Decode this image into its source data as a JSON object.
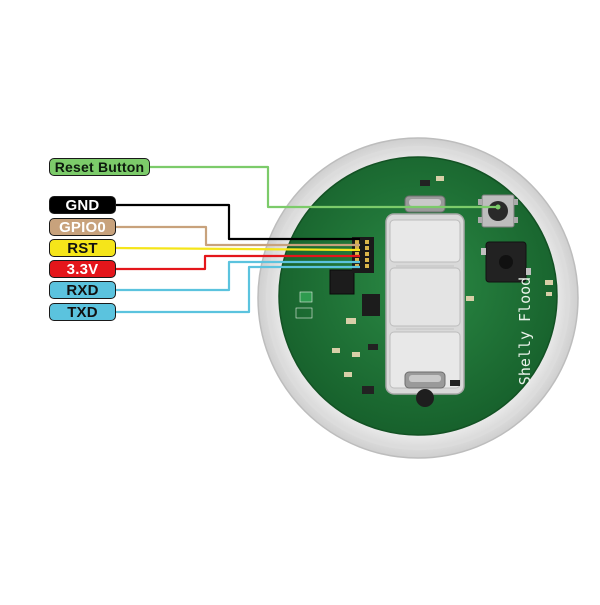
{
  "pin_labels": [
    {
      "id": "reset",
      "text": "Reset Button",
      "bg": "#7ccb6a",
      "fg": "#0d1a0d"
    },
    {
      "id": "gnd",
      "text": "GND",
      "bg": "#000000",
      "fg": "#ffffff"
    },
    {
      "id": "gpio0",
      "text": "GPIO0",
      "bg": "#c8a27c",
      "fg": "#ffffff"
    },
    {
      "id": "rst",
      "text": "RST",
      "bg": "#f5e51a",
      "fg": "#111111"
    },
    {
      "id": "v33",
      "text": "3.3V",
      "bg": "#e4161b",
      "fg": "#ffffff"
    },
    {
      "id": "rxd",
      "text": "RXD",
      "bg": "#5bc3de",
      "fg": "#111111"
    },
    {
      "id": "txd",
      "text": "TXD",
      "bg": "#5bc3de",
      "fg": "#111111"
    }
  ],
  "wire_colors": {
    "reset": "#7ccb6a",
    "gnd": "#000000",
    "gpio0": "#c8a27c",
    "rst": "#f5e51a",
    "v33": "#e4161b",
    "rxd": "#5bc3de",
    "txd": "#5bc3de"
  },
  "board": {
    "silkscreen": "Shelly Flood",
    "pcb_color": "#1f7a3a",
    "housing_color": "#ececec"
  }
}
